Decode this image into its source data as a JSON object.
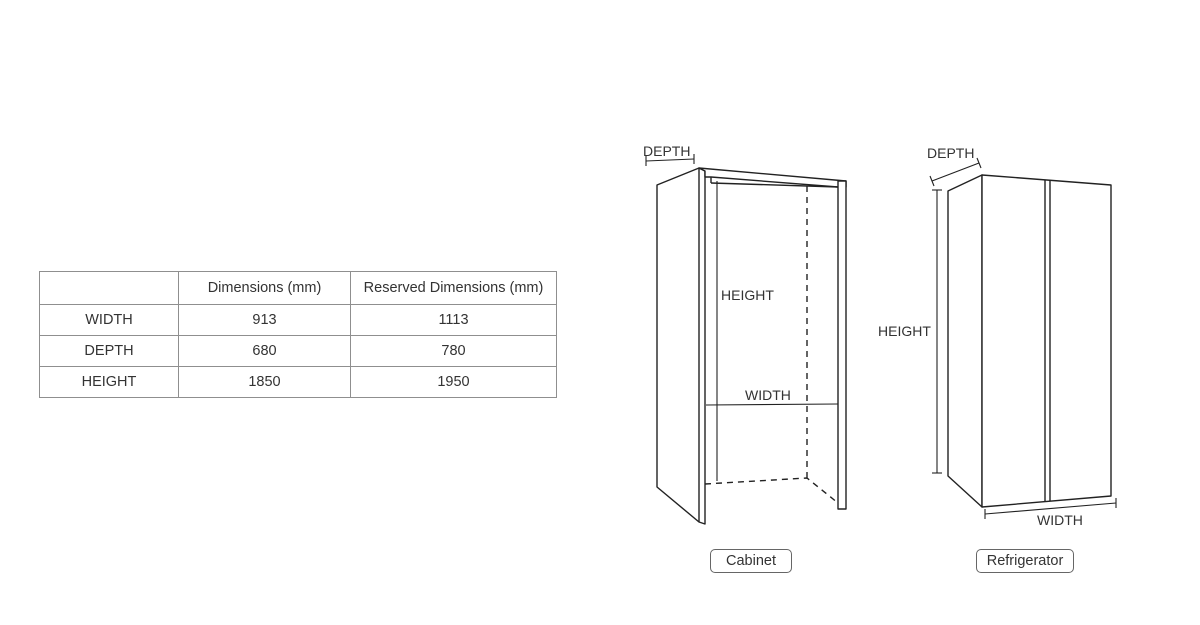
{
  "table": {
    "headers": [
      "",
      "Dimensions (mm)",
      "Reserved Dimensions (mm)"
    ],
    "rows": [
      {
        "label": "WIDTH",
        "dimensions": "913",
        "reserved": "1113"
      },
      {
        "label": "DEPTH",
        "dimensions": "680",
        "reserved": "780"
      },
      {
        "label": "HEIGHT",
        "dimensions": "1850",
        "reserved": "1950"
      }
    ]
  },
  "cabinet": {
    "depth_label": "DEPTH",
    "height_label": "HEIGHT",
    "width_label": "WIDTH",
    "caption": "Cabinet"
  },
  "refrigerator": {
    "depth_label": "DEPTH",
    "height_label": "HEIGHT",
    "width_label": "WIDTH",
    "caption": "Refrigerator"
  },
  "colors": {
    "line": "#222222",
    "table_border": "#8f8f8f",
    "text": "#333333"
  }
}
